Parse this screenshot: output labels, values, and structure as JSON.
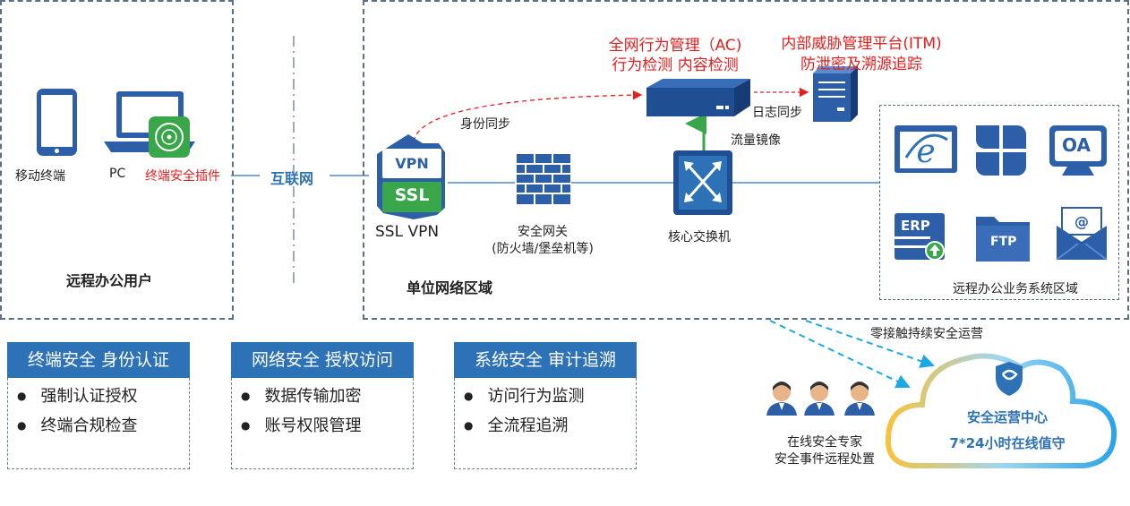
{
  "remote_zone": {
    "title": "远程办公用户",
    "mobile_label": "移动终端",
    "pc_label": "PC",
    "plugin_label": "终端安全插件"
  },
  "internet_label": "互联网",
  "unit_zone": {
    "title": "单位网络区域",
    "vpn_label": "SSL VPN",
    "vpn_icon_top": "VPN",
    "vpn_icon_bottom": "SSL",
    "gateway_line1": "安全网关",
    "gateway_line2": "(防火墙/堡垒机等)",
    "switch_label": "核心交换机",
    "ac_line1": "全网行为管理（AC)",
    "ac_line2": "行为检测 内容检测",
    "itm_line1": "内部威胁管理平台(ITM)",
    "itm_line2": "防泄密及溯源追踪",
    "identity_sync": "身份同步",
    "log_sync": "日志同步",
    "traffic_mirror": "流量镜像"
  },
  "biz_zone": {
    "title": "远程办公业务系统区域",
    "erp_label": "ERP",
    "ftp_label": "FTP",
    "oa_label": "OA"
  },
  "zero_touch_label": "零接触持续安全运营",
  "cloud": {
    "line1": "安全运营中心",
    "line2": "7*24小时在线值守"
  },
  "experts": {
    "line1": "在线安全专家",
    "line2": "安全事件远程处置"
  },
  "panels": [
    {
      "title": "终端安全 身份认证",
      "items": [
        "强制认证授权",
        "终端合规检查"
      ]
    },
    {
      "title": "网络安全 授权访问",
      "items": [
        "数据传输加密",
        "账号权限管理"
      ]
    },
    {
      "title": "系统安全 审计追溯",
      "items": [
        "访问行为监测",
        "全流程追溯"
      ]
    }
  ],
  "colors": {
    "accent_blue": "#2d72b6",
    "red": "#e41d1d",
    "arrow_green": "#3aa64a",
    "cloud_dash": "#1aa8e6"
  }
}
